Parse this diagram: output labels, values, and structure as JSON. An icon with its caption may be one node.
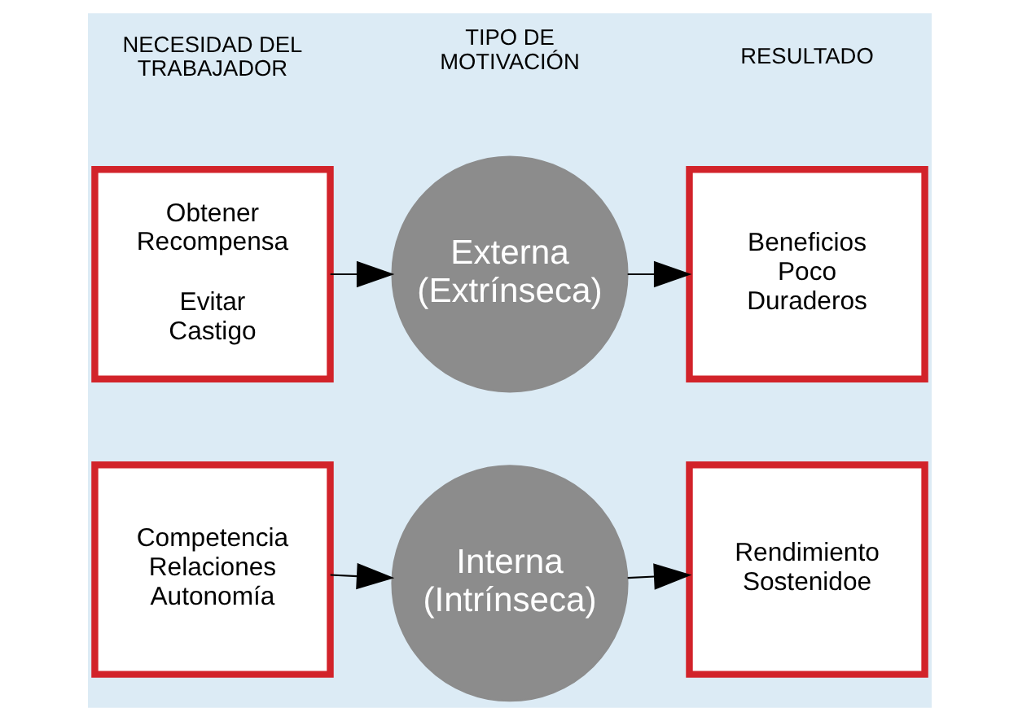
{
  "diagram": {
    "nodes": [
      {
        "text": [
          "Obtener Recompensa",
          "Evitar Castigo"
        ]
      },
      {
        "text": [
          "Externa (Extrínseca)"
        ]
      },
      {
        "text": [
          "Beneficios Poco Duraderos"
        ]
      },
      {
        "text": [
          "Competencia Relaciones Autonomía"
        ]
      },
      {
        "text": [
          "Interna (Intrínseca)"
        ]
      },
      {
        "text": [
          "Rendimiento Sostenidoe"
        ]
      }
    ],
    "edges": [
      {
        "from": 0,
        "to": 1,
        "arrow": "to"
      },
      {
        "from": 1,
        "to": 2,
        "arrow": "to"
      },
      {
        "from": 3,
        "to": 4,
        "arrow": "to"
      },
      {
        "from": 4,
        "to": 5,
        "arrow": "to"
      }
    ],
    "labels": [
      "NECESIDAD DEL TRABAJADOR",
      "TIPO DE MOTIVACIÓN",
      "RESULTADO"
    ]
  }
}
